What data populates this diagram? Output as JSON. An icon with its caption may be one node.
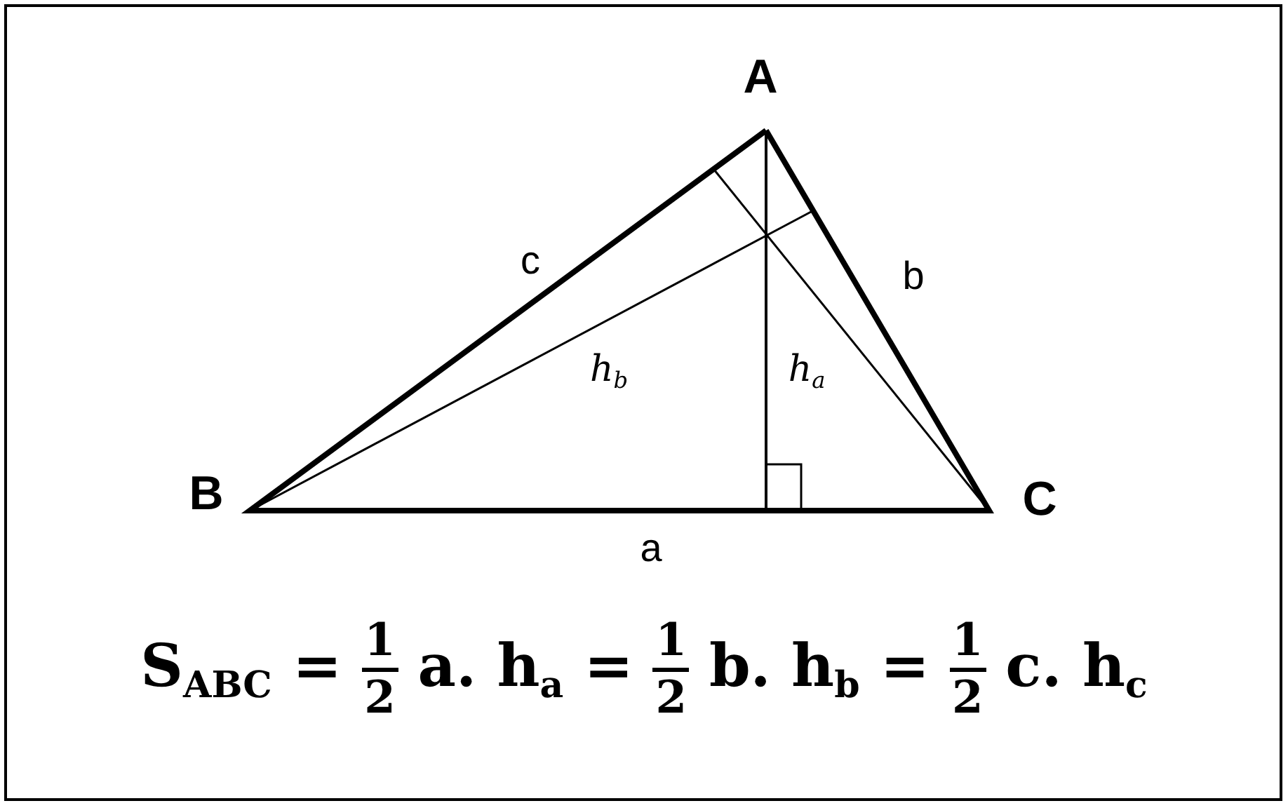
{
  "diagram": {
    "labels": [
      "A",
      "B",
      "C",
      "a",
      "b",
      "c",
      "h$_{b}$",
      "h$_{a}$",
      "S$_{ABC}$ =",
      "1",
      "2",
      "a. h$_{a}$ =",
      "1",
      "2",
      "b. h$_{b}$ =",
      "1",
      "2",
      "c. h$_{c}$"
    ]
  }
}
